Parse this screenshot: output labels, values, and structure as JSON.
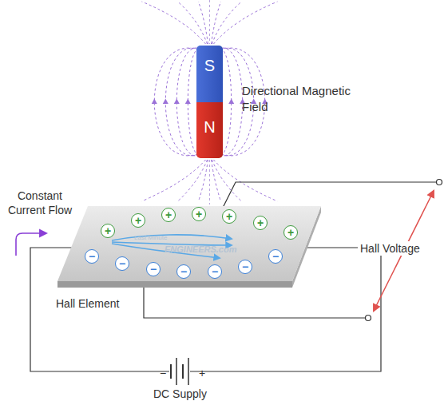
{
  "diagram": {
    "nodes": [
      {
        "text": [
          "S"
        ]
      },
      {
        "text": [
          "N"
        ]
      },
      {
        "text": [
          "Hall Element"
        ]
      },
      {
        "text": [
          "+"
        ],
        "in": 2
      },
      {
        "text": [
          "+"
        ],
        "in": 2
      },
      {
        "text": [
          "+"
        ],
        "in": 2
      },
      {
        "text": [
          "+"
        ],
        "in": 2
      },
      {
        "text": [
          "+"
        ],
        "in": 2
      },
      {
        "text": [
          "+"
        ],
        "in": 2
      },
      {
        "text": [
          "+"
        ],
        "in": 2
      },
      {
        "text": [
          "−"
        ],
        "in": 2
      },
      {
        "text": [
          "−"
        ],
        "in": 2
      },
      {
        "text": [
          "−"
        ],
        "in": 2
      },
      {
        "text": [
          "−"
        ],
        "in": 2
      },
      {
        "text": [
          "−"
        ],
        "in": 2
      },
      {
        "text": [
          "−"
        ],
        "in": 2
      },
      {
        "text": [
          "−"
        ],
        "in": 2
      }
    ],
    "labels": [
      "Directional Magnetic Field",
      "Constant Current Flow",
      "Hall Voltage",
      "DC Supply",
      "−",
      "+",
      "Last Minute",
      "ENGINEERS.com"
    ]
  }
}
